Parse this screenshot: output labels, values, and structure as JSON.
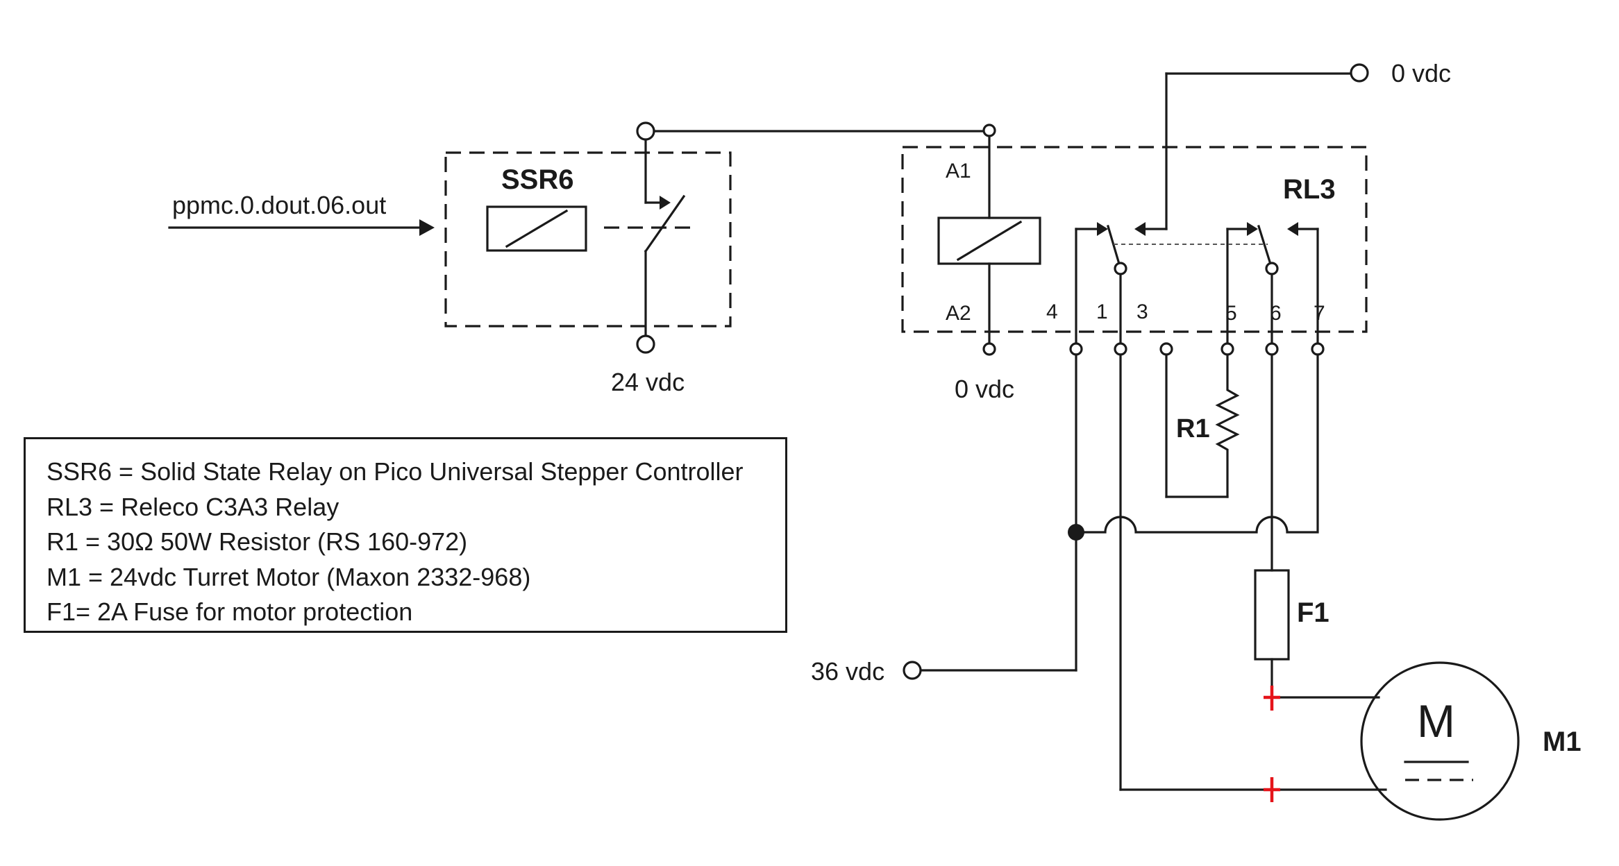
{
  "input_signal": "ppmc.0.dout.06.out",
  "ssr": {
    "label": "SSR6",
    "supply_label": "24 vdc"
  },
  "relay": {
    "label": "RL3",
    "coil_pins": {
      "a1": "A1",
      "a2": "A2"
    },
    "coil_return_label": "0 vdc",
    "contact_pins": [
      "4",
      "1",
      "3",
      "5",
      "6",
      "7"
    ]
  },
  "top_supply_label": "0 vdc",
  "motor_supply_label": "36 vdc",
  "resistor_label": "R1",
  "fuse_label": "F1",
  "motor": {
    "symbol": "M",
    "label": "M1"
  },
  "legend": [
    "SSR6 = Solid State Relay on Pico Universal Stepper Controller",
    "RL3 = Releco C3A3 Relay",
    "R1 = 30Ω  50W Resistor (RS 160-972)",
    "M1 = 24vdc Turret Motor (Maxon 2332-968)",
    "F1= 2A Fuse for motor protection"
  ],
  "colors": {
    "line": "#1a1a1a",
    "motor_polarity_mark": "#e5141a"
  }
}
